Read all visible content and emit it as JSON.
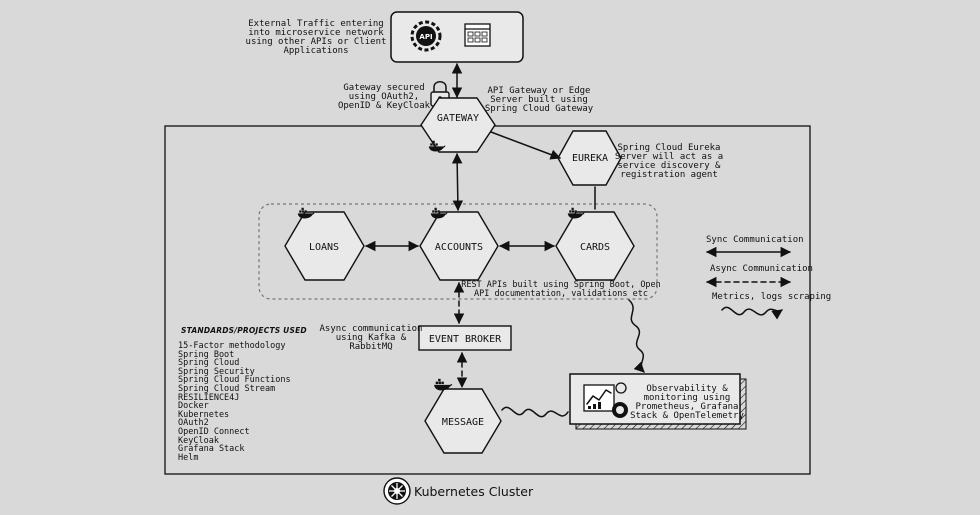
{
  "texts": {
    "external_traffic": [
      "External Traffic entering",
      "into microservice network",
      "using other APIs or Client",
      "Applications"
    ],
    "gateway_secured": [
      "Gateway secured",
      "using OAuth2,",
      "OpenID & KeyCloak"
    ],
    "api_gateway": [
      "API Gateway or Edge",
      "Server built using",
      "Spring Cloud Gateway"
    ],
    "eureka_desc": [
      "Spring Cloud Eureka",
      "Server will act as a",
      "service discovery &",
      "registration agent"
    ],
    "rest_apis": [
      "REST APIs built using Spring Boot, Open",
      "API documentation, validations etc"
    ],
    "async_desc": [
      "Async communication",
      "using Kafka &",
      "RabbitMQ"
    ],
    "observability": [
      "Observability &",
      "monitoring using",
      "Prometheus, Grafana",
      "Stack & OpenTelemetry"
    ],
    "api_badge": "API"
  },
  "nodes": {
    "gateway": "GATEWAY",
    "eureka": "EUREKA",
    "loans": "LOANS",
    "accounts": "ACCOUNTS",
    "cards": "CARDS",
    "event_broker": "EVENT BROKER",
    "message": "MESSAGE"
  },
  "legend": {
    "sync": "Sync Communication",
    "async": "Async Communication",
    "metrics": "Metrics, logs scraping"
  },
  "standards": {
    "title": "STANDARDS/PROJECTS USED",
    "items": [
      "15-Factor methodology",
      "Spring Boot",
      "Spring Cloud",
      "Spring Security",
      "Spring Cloud Functions",
      "Spring Cloud Stream",
      "RESILIENCE4J",
      "Docker",
      "Kubernetes",
      "OAuth2",
      "OpenID Connect",
      "KeyCloak",
      "Grafana Stack",
      "Helm"
    ]
  },
  "cluster": {
    "title": "Kubernetes Cluster"
  },
  "icons": [
    "api-gear-icon",
    "browser-window-icon",
    "padlock-icon",
    "docker-whale-icon",
    "dashboard-chart-icon",
    "helm-wheel-icon"
  ]
}
